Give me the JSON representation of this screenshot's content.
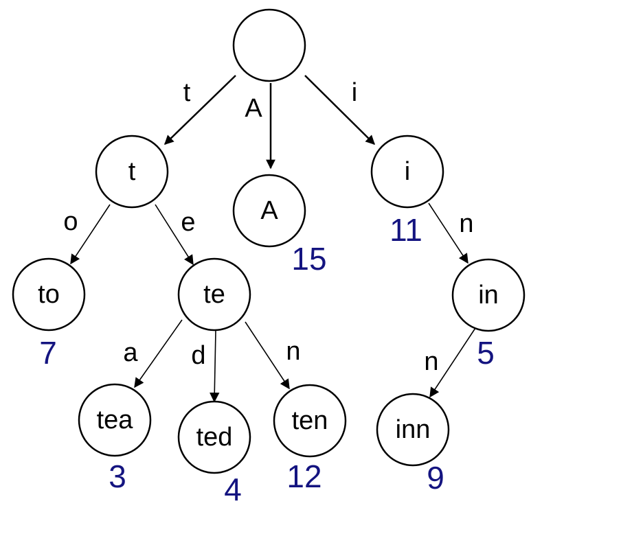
{
  "colors": {
    "value": "#141480",
    "line": "#000000"
  },
  "nodes": {
    "root": {
      "label": ""
    },
    "t": {
      "label": "t"
    },
    "A": {
      "label": "A",
      "value": "15"
    },
    "i": {
      "label": "i",
      "value": "11"
    },
    "to": {
      "label": "to",
      "value": "7"
    },
    "te": {
      "label": "te"
    },
    "in": {
      "label": "in",
      "value": "5"
    },
    "tea": {
      "label": "tea",
      "value": "3"
    },
    "ted": {
      "label": "ted",
      "value": "4"
    },
    "ten": {
      "label": "ten",
      "value": "12"
    },
    "inn": {
      "label": "inn",
      "value": "9"
    }
  },
  "edges": [
    {
      "from": "root",
      "to": "t",
      "label": "t"
    },
    {
      "from": "root",
      "to": "A",
      "label": "A"
    },
    {
      "from": "root",
      "to": "i",
      "label": "i"
    },
    {
      "from": "t",
      "to": "to",
      "label": "o"
    },
    {
      "from": "t",
      "to": "te",
      "label": "e"
    },
    {
      "from": "i",
      "to": "in",
      "label": "n"
    },
    {
      "from": "te",
      "to": "tea",
      "label": "a"
    },
    {
      "from": "te",
      "to": "ted",
      "label": "d"
    },
    {
      "from": "te",
      "to": "ten",
      "label": "n"
    },
    {
      "from": "in",
      "to": "inn",
      "label": "n"
    }
  ]
}
